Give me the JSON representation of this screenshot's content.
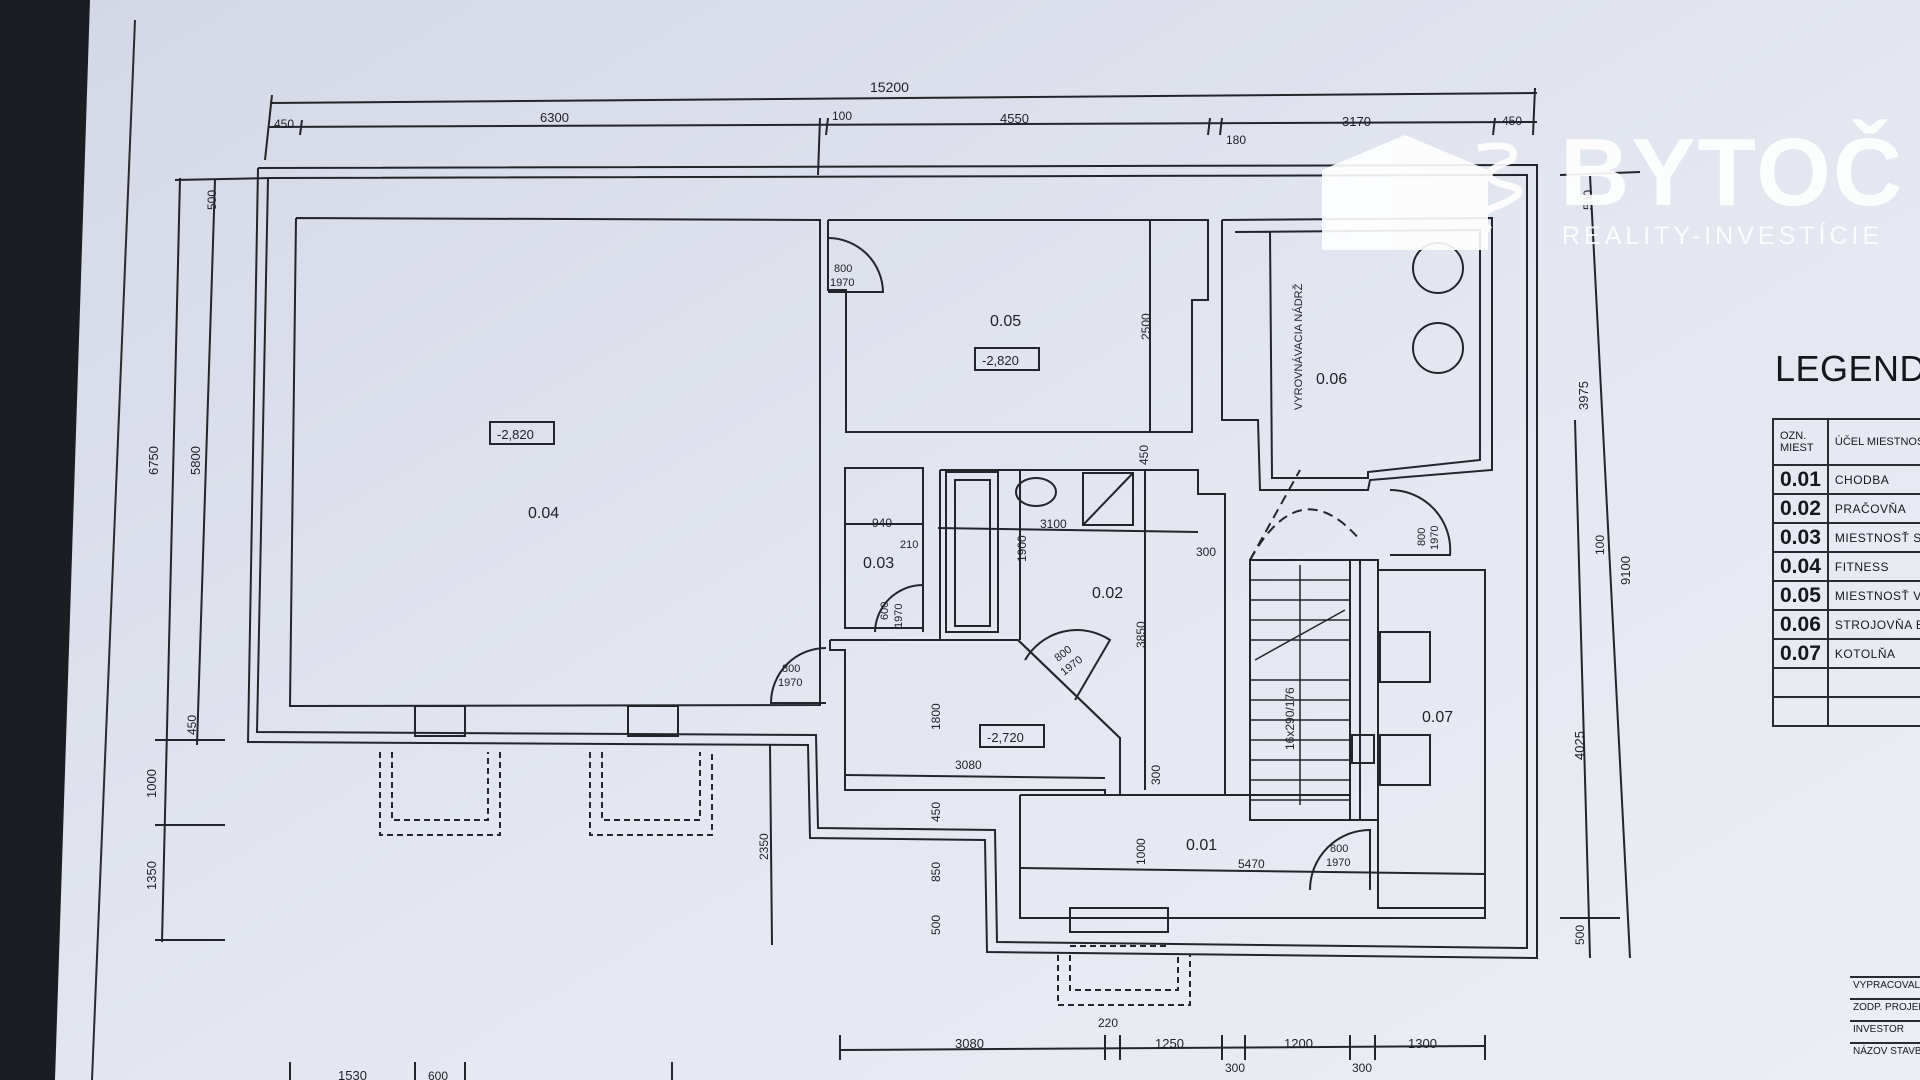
{
  "brand": {
    "name": "BYTOČ",
    "tagline": "REALITY-INVESTÍCIE"
  },
  "dimensions_top": {
    "overall": "15200",
    "segments": [
      "450",
      "6300",
      "100",
      "4550",
      "180",
      "3170",
      "450"
    ]
  },
  "dimensions_left": [
    "6750",
    "5800",
    "500",
    "450",
    "1000",
    "1350"
  ],
  "dimensions_right": [
    "3975",
    "500",
    "100",
    "9100",
    "4025",
    "500"
  ],
  "dimensions_bottom": [
    "1530",
    "600",
    "3080",
    "1250",
    "1200",
    "1300",
    "220",
    "300",
    "300"
  ],
  "rooms": {
    "r004": {
      "number": "0.04",
      "level": "-2,820"
    },
    "r005": {
      "number": "0.05",
      "level": "-2,820",
      "height_dim": "2500"
    },
    "r006": {
      "number": "0.06",
      "label": "VYROVNÁVACIA NÁDRŽ"
    },
    "r003": {
      "number": "0.03",
      "width_dim": "940",
      "gap_dim": "210",
      "door_w": "600",
      "door_h": "1970"
    },
    "r002": {
      "number": "0.02",
      "width_dim": "3100",
      "h1": "1900",
      "h2": "3850",
      "side": "300",
      "top": "450",
      "door_w": "800",
      "door_h": "1970"
    },
    "r007": {
      "number": "0.07",
      "door_w": "800",
      "door_h": "1970"
    },
    "r001": {
      "number": "0.01",
      "width_dim": "5470",
      "door_w": "800",
      "door_h": "1970",
      "h1": "1000"
    },
    "hall": {
      "level": "-2,720",
      "width_dim": "3080",
      "height_dim": "1800",
      "d1": "450",
      "d2": "850",
      "d3": "500",
      "d4": "300",
      "d5": "2350"
    },
    "stair": {
      "label": "16x290/176"
    },
    "door_a": {
      "w": "800",
      "h": "1970"
    },
    "door_b": {
      "w": "800",
      "h": "1970"
    }
  },
  "legend": {
    "title": "LEGENDA",
    "header_code": "OZN. MIEST",
    "header_use": "ÚČEL MIESTNOS",
    "items": [
      {
        "code": "0.01",
        "use": "CHODBA"
      },
      {
        "code": "0.02",
        "use": "PRAČOVŇA"
      },
      {
        "code": "0.03",
        "use": "MIESTNOSŤ SL"
      },
      {
        "code": "0.04",
        "use": "FITNESS"
      },
      {
        "code": "0.05",
        "use": "MIESTNOSŤ VZ"
      },
      {
        "code": "0.06",
        "use": "STROJOVŇA BA"
      },
      {
        "code": "0.07",
        "use": "KOTOLŇA"
      }
    ]
  },
  "titleblock": [
    "VYPRACOVAL",
    "ZODP. PROJEK",
    "INVESTOR",
    "NÁZOV STAVB"
  ],
  "colors": {
    "paper": "#dfe3ef",
    "ink": "#1f2026"
  }
}
